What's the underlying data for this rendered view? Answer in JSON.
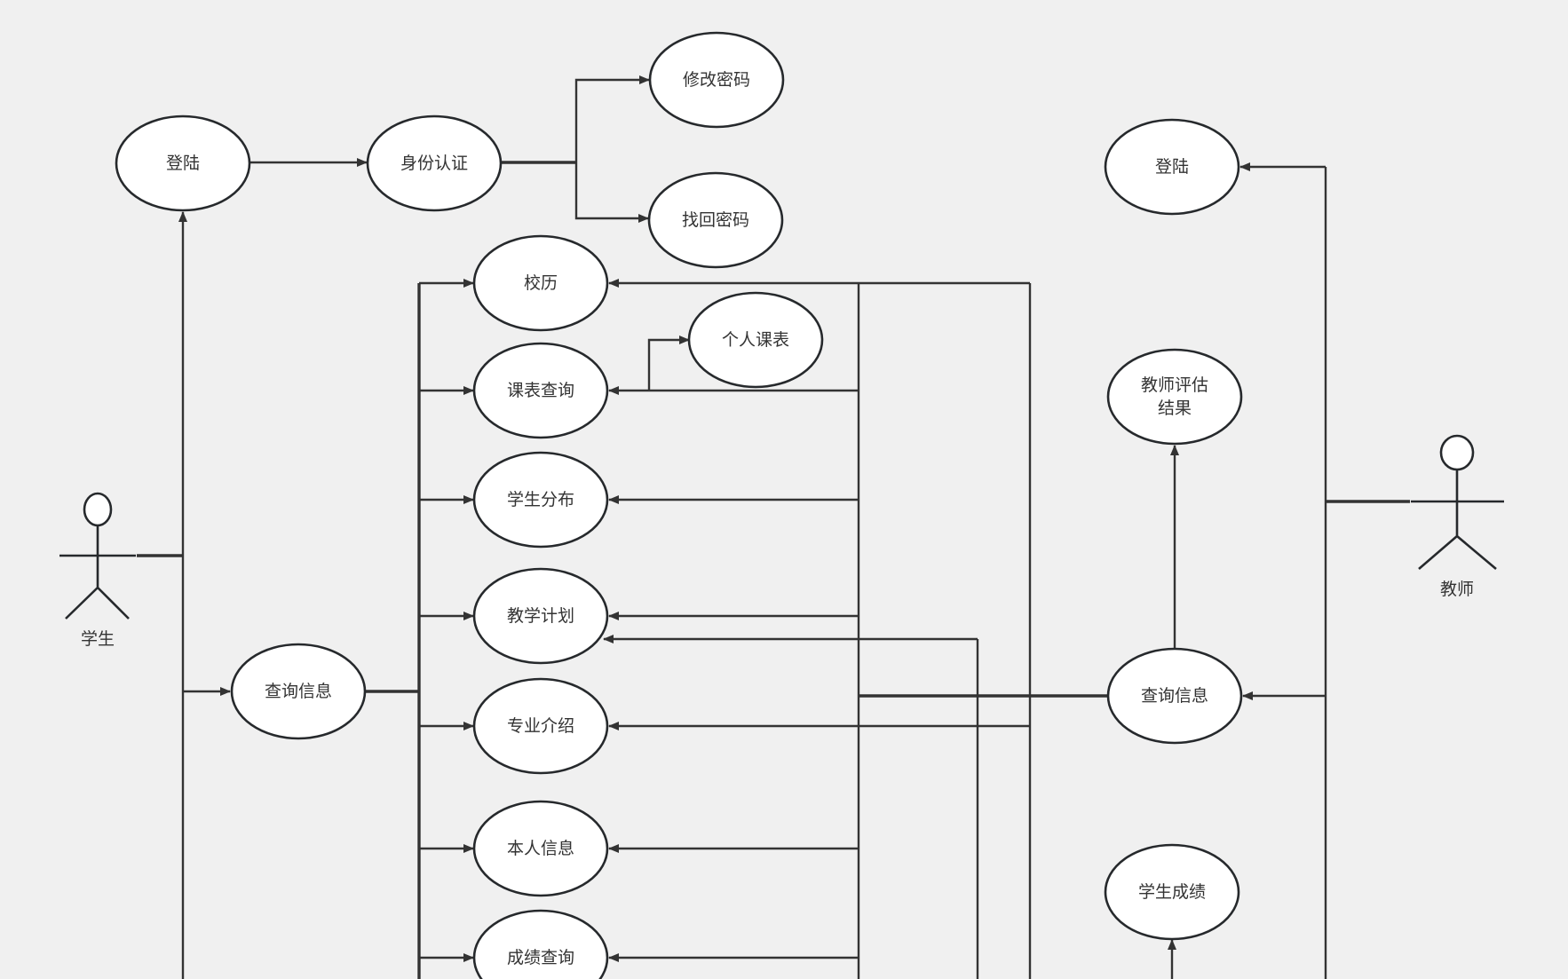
{
  "diagram": {
    "type": "use-case",
    "colors": {
      "background": "#f0f0f0",
      "stroke": "#26292c",
      "fill": "#ffffff",
      "text": "#333333"
    },
    "actors": [
      {
        "id": "student",
        "label": "学生"
      },
      {
        "id": "teacher",
        "label": "教师"
      }
    ],
    "use_cases": [
      {
        "id": "s_login",
        "label": "登陆"
      },
      {
        "id": "auth",
        "label": "身份认证"
      },
      {
        "id": "change_pwd",
        "label": "修改密码"
      },
      {
        "id": "recover_pwd",
        "label": "找回密码"
      },
      {
        "id": "t_login",
        "label": "登陆"
      },
      {
        "id": "calendar",
        "label": "校历"
      },
      {
        "id": "personal_timetable",
        "label": "个人课表"
      },
      {
        "id": "timetable_query",
        "label": "课表查询"
      },
      {
        "id": "teacher_eval",
        "label": "教师评估结果"
      },
      {
        "id": "student_dist",
        "label": "学生分布"
      },
      {
        "id": "teaching_plan",
        "label": "教学计划"
      },
      {
        "id": "s_query",
        "label": "查询信息"
      },
      {
        "id": "t_query",
        "label": "查询信息"
      },
      {
        "id": "major_intro",
        "label": "专业介绍"
      },
      {
        "id": "my_info",
        "label": "本人信息"
      },
      {
        "id": "grade_query",
        "label": "成绩查询"
      },
      {
        "id": "student_grades",
        "label": "学生成绩"
      }
    ],
    "relations": [
      {
        "from": "student",
        "to": "s_login"
      },
      {
        "from": "student",
        "to": "s_query"
      },
      {
        "from": "s_login",
        "to": "auth"
      },
      {
        "from": "auth",
        "to": "change_pwd"
      },
      {
        "from": "auth",
        "to": "recover_pwd"
      },
      {
        "from": "s_query",
        "to": "calendar"
      },
      {
        "from": "s_query",
        "to": "timetable_query"
      },
      {
        "from": "s_query",
        "to": "student_dist"
      },
      {
        "from": "s_query",
        "to": "teaching_plan"
      },
      {
        "from": "s_query",
        "to": "major_intro"
      },
      {
        "from": "s_query",
        "to": "my_info"
      },
      {
        "from": "s_query",
        "to": "grade_query"
      },
      {
        "from": "timetable_query",
        "to": "personal_timetable"
      },
      {
        "from": "teacher",
        "to": "t_login"
      },
      {
        "from": "teacher",
        "to": "t_query"
      },
      {
        "from": "t_query",
        "to": "teacher_eval"
      },
      {
        "from": "t_query",
        "to": "student_grades"
      },
      {
        "from": "t_query",
        "to": "calendar"
      },
      {
        "from": "t_query",
        "to": "timetable_query"
      },
      {
        "from": "t_query",
        "to": "student_dist"
      },
      {
        "from": "t_query",
        "to": "teaching_plan"
      },
      {
        "from": "t_query",
        "to": "major_intro"
      },
      {
        "from": "t_query",
        "to": "my_info"
      },
      {
        "from": "t_query",
        "to": "grade_query"
      }
    ]
  }
}
